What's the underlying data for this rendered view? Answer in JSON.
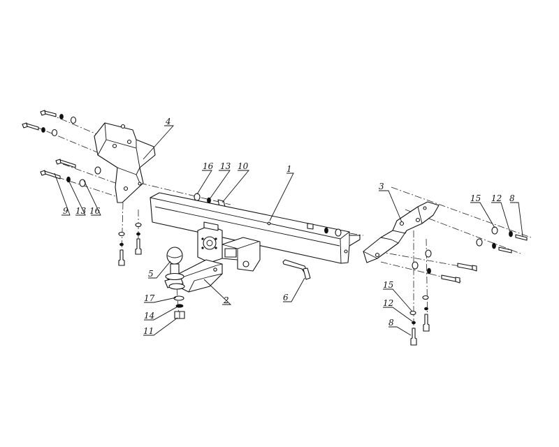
{
  "callouts": {
    "c1": "1",
    "c2": "2",
    "c3": "3",
    "c4": "4",
    "c5": "5",
    "c6": "6",
    "c8a": "8",
    "c8b": "8",
    "c9": "9",
    "c10": "10",
    "c11": "11",
    "c12a": "12",
    "c12b": "12",
    "c13a": "13",
    "c13b": "13",
    "c14": "14",
    "c15a": "15",
    "c15b": "15",
    "c16a": "16",
    "c16b": "16",
    "c17": "17"
  }
}
